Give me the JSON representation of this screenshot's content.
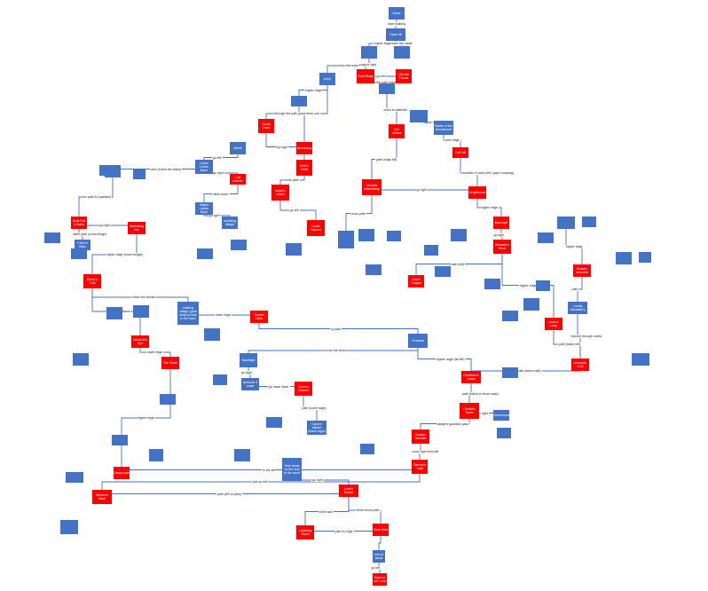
{
  "colors": {
    "location": "#4472c4",
    "ending": "#ff0000",
    "edge": "#4472c4",
    "label": "#222222"
  },
  "nodes": {
    "n1": {
      "label": "Alone",
      "kind": "location"
    },
    "n2": {
      "label": "Clear hill",
      "kind": "location"
    },
    "n3": {
      "label": "",
      "kind": "location"
    },
    "n4": {
      "label": "",
      "kind": "location"
    },
    "n5": {
      "label": "Gold Ridge",
      "kind": "ending"
    },
    "n6": {
      "label": "Glenda Throat",
      "kind": "ending"
    },
    "n7": {
      "label": "Army",
      "kind": "location"
    },
    "n8": {
      "label": "",
      "kind": "location"
    },
    "n9": {
      "label": "",
      "kind": "location"
    },
    "n10": {
      "label": "",
      "kind": "location"
    },
    "n11": {
      "label": "Doom Hold",
      "kind": "ending"
    },
    "n12": {
      "label": "Alone",
      "kind": "location"
    },
    "n13": {
      "label": "Wolf's Tooth",
      "kind": "ending"
    },
    "n14": {
      "label": "Swimming",
      "kind": "ending"
    },
    "n15": {
      "label": "The Villians",
      "kind": "ending"
    },
    "n16": {
      "label": "Battle of the Unmatched",
      "kind": "location"
    },
    "n17": {
      "label": "Cell Hill",
      "kind": "ending"
    },
    "n18": {
      "label": "Lower Lands Base",
      "kind": "location"
    },
    "n19": {
      "label": "Lost Inferno",
      "kind": "ending"
    },
    "n20": {
      "label": "Angel's shrine",
      "kind": "ending"
    },
    "n21": {
      "label": "Vassals Wandering",
      "kind": "ending"
    },
    "n22": {
      "label": "Angelwood",
      "kind": "ending"
    },
    "n23": {
      "label": "",
      "kind": "location"
    },
    "n24": {
      "label": "",
      "kind": "location"
    },
    "n25": {
      "label": "",
      "kind": "location"
    },
    "n26": {
      "label": "Higher Lands Base",
      "kind": "location"
    },
    "n27": {
      "label": "wedding village",
      "kind": "location"
    },
    "n28": {
      "label": "Uncle Hazard",
      "kind": "ending"
    },
    "n29": {
      "label": "Drak Fell of Baits",
      "kind": "ending"
    },
    "n30": {
      "label": "Wounding Isle",
      "kind": "ending"
    },
    "n31": {
      "label": "Cleft of Bats",
      "kind": "location"
    },
    "n32": {
      "label": "Moonspit",
      "kind": "ending"
    },
    "n33": {
      "label": "Monster's Neck",
      "kind": "ending"
    },
    "n34": {
      "label": "Beast's Trail",
      "kind": "ending"
    },
    "n35": {
      "label": "Uncle Dragon",
      "kind": "ending"
    },
    "n36": {
      "label": "Broken Innocent",
      "kind": "ending"
    },
    "n37": {
      "label": "Lonely Monastery",
      "kind": "location"
    },
    "n38": {
      "label": "stalking village (grab smash) tribe in the bush",
      "kind": "location"
    },
    "n39": {
      "label": "Golden Child",
      "kind": "ending"
    },
    "n40": {
      "label": "Lover's Lung",
      "kind": "ending"
    },
    "n41": {
      "label": "Windmill's Eye",
      "kind": "ending"
    },
    "n42": {
      "label": "Hi castle",
      "kind": "location"
    },
    "n43": {
      "label": "The Swab",
      "kind": "ending"
    },
    "n44": {
      "label": "Barsleigh",
      "kind": "location"
    },
    "n45": {
      "label": "Assassin 2:53",
      "kind": "ending"
    },
    "n46": {
      "label": "Ambush 3 coast",
      "kind": "location"
    },
    "n47": {
      "label": "Cavern Breech",
      "kind": "ending"
    },
    "n48": {
      "label": "Gruffman's Lakes",
      "kind": "ending"
    },
    "n49": {
      "label": "Cavern distant (black night)",
      "kind": "location"
    },
    "n50": {
      "label": "Cerulia's Tower",
      "kind": "ending"
    },
    "n51": {
      "label": "Greenhouse",
      "kind": "location"
    },
    "n52": {
      "label": "Broken Tanneth",
      "kind": "ending"
    },
    "n53": {
      "label": "Dragonspit",
      "kind": "ending"
    },
    "n54": {
      "label": "Darrow's Stall",
      "kind": "ending"
    },
    "n55": {
      "label": "Wireless Bank",
      "kind": "ending"
    },
    "n56": {
      "label": "Holy lands on the end of the world",
      "kind": "location"
    },
    "n57": {
      "label": "Love's Reach",
      "kind": "ending"
    },
    "n58": {
      "label": "Lightning Storm",
      "kind": "ending"
    },
    "n59": {
      "label": "Bear Wall",
      "kind": "ending"
    },
    "n60": {
      "label": "end of lands",
      "kind": "location"
    },
    "n61": {
      "label": "Night of our Love",
      "kind": "ending"
    }
  },
  "edges": [
    {
      "from": "n1",
      "to": "n2",
      "label": "start walking"
    },
    {
      "from": "n2",
      "to": "n3",
      "label": "higher ridge"
    },
    {
      "from": "n2",
      "to": "n4",
      "label": "down the roads"
    },
    {
      "from": "n3",
      "to": "n5",
      "label": "explore right"
    },
    {
      "from": "n3",
      "to": "n7",
      "label": "thru the trees"
    },
    {
      "from": "n5",
      "to": "n6",
      "label": "go left"
    },
    {
      "from": "n5",
      "to": "n8",
      "label": "cross the path (right)"
    },
    {
      "from": "n7",
      "to": "n14",
      "label": "treasure"
    },
    {
      "from": "n7",
      "to": "n9",
      "label": "higher ridge"
    },
    {
      "from": "n8",
      "to": "n15",
      "label": "down to waterfall"
    },
    {
      "from": "n10",
      "to": "n16",
      "label": "higher ridge"
    },
    {
      "from": "n16",
      "to": "n17",
      "label": "lower ridge"
    },
    {
      "from": "n17",
      "to": "n22",
      "label": "mountain in sorts (left, upper crossing)"
    },
    {
      "from": "n15",
      "to": "n21",
      "label": "path (ridge-bill)"
    },
    {
      "from": "n21",
      "to": "n22",
      "label": "go right"
    },
    {
      "from": "n21",
      "to": "n24",
      "label": "cross path"
    },
    {
      "from": "n22",
      "to": "n32",
      "label": "higher ridge"
    },
    {
      "from": "n9",
      "to": "n11",
      "label": "through the path (pass time)"
    },
    {
      "from": "n12",
      "to": "n18",
      "label": "go left"
    },
    {
      "from": "n11",
      "to": "n13",
      "label": "go right"
    },
    {
      "from": "n13",
      "to": "n20",
      "label": "cross path"
    },
    {
      "from": "n18",
      "to": "n19",
      "label": "go right"
    },
    {
      "from": "n18",
      "to": "n23",
      "label": "cave (follow the stairs)"
    },
    {
      "from": "n19",
      "to": "n26",
      "label": "climb down"
    },
    {
      "from": "n20",
      "to": "n28",
      "label": "go left"
    },
    {
      "from": "n26",
      "to": "n27",
      "label": "go right"
    },
    {
      "from": "n23",
      "to": "n29",
      "label": "path to (upstairs)"
    },
    {
      "from": "n29",
      "to": "n30",
      "label": "go right"
    },
    {
      "from": "n30",
      "to": "n34",
      "label": "higher ridge (lower bridge)"
    },
    {
      "from": "n29",
      "to": "n31",
      "label": "climb path (cross bridge)"
    },
    {
      "from": "n34",
      "to": "n38",
      "label": "follow the stream"
    },
    {
      "from": "n38",
      "to": "n39",
      "label": "lower ridge"
    },
    {
      "from": "n34",
      "to": "n41",
      "label": "follow the blood"
    },
    {
      "from": "n41",
      "to": "n43",
      "label": "lower ridge"
    },
    {
      "from": "n43",
      "to": "n53",
      "label": "higher ridge"
    },
    {
      "from": "n53",
      "to": "n54",
      "label": "to the left"
    },
    {
      "from": "n54",
      "to": "n55",
      "label": "just up left"
    },
    {
      "from": "n55",
      "to": "n57",
      "label": "path (left of pass)"
    },
    {
      "from": "n44",
      "to": "n46",
      "label": "go right"
    },
    {
      "from": "n46",
      "to": "n47",
      "label": "go down lower"
    },
    {
      "from": "n47",
      "to": "n49",
      "label": "path (lower ridge)"
    },
    {
      "from": "n42",
      "to": "n48",
      "label": "higher ridge (far left)"
    },
    {
      "from": "n48",
      "to": "n50",
      "label": "path (follow to fence west)"
    },
    {
      "from": "n50",
      "to": "n52",
      "label": "dangers guardian pass"
    },
    {
      "from": "n52",
      "to": "n54",
      "label": "cross right from left"
    },
    {
      "from": "n50",
      "to": "n51",
      "label": "go right"
    },
    {
      "from": "n40",
      "to": "n45",
      "label": "path (lower left)"
    },
    {
      "from": "n33",
      "to": "n40",
      "label": "higher ridge"
    },
    {
      "from": "n32",
      "to": "n33",
      "label": "go right"
    },
    {
      "from": "n33",
      "to": "n35",
      "label": "path (left)"
    },
    {
      "from": "n36",
      "to": "n37",
      "label": "path"
    },
    {
      "from": "n37",
      "to": "n45",
      "label": "explore through ocean"
    },
    {
      "from": "n25",
      "to": "n36",
      "label": "higher ridge"
    },
    {
      "from": "n45",
      "to": "n48",
      "label": "path (leave east)"
    },
    {
      "from": "n56",
      "to": "n57",
      "label": "go right"
    },
    {
      "from": "n57",
      "to": "n58",
      "label": "climb wall"
    },
    {
      "from": "n57",
      "to": "n59",
      "label": "three doors path"
    },
    {
      "from": "n58",
      "to": "n59",
      "label": "path by ridge"
    },
    {
      "from": "n59",
      "to": "n60",
      "label": ""
    },
    {
      "from": "n60",
      "to": "n61",
      "label": "go left"
    },
    {
      "from": "n42",
      "to": "n44",
      "label": "cross the bend"
    },
    {
      "from": "n39",
      "to": "n42",
      "label": "up path"
    }
  ]
}
